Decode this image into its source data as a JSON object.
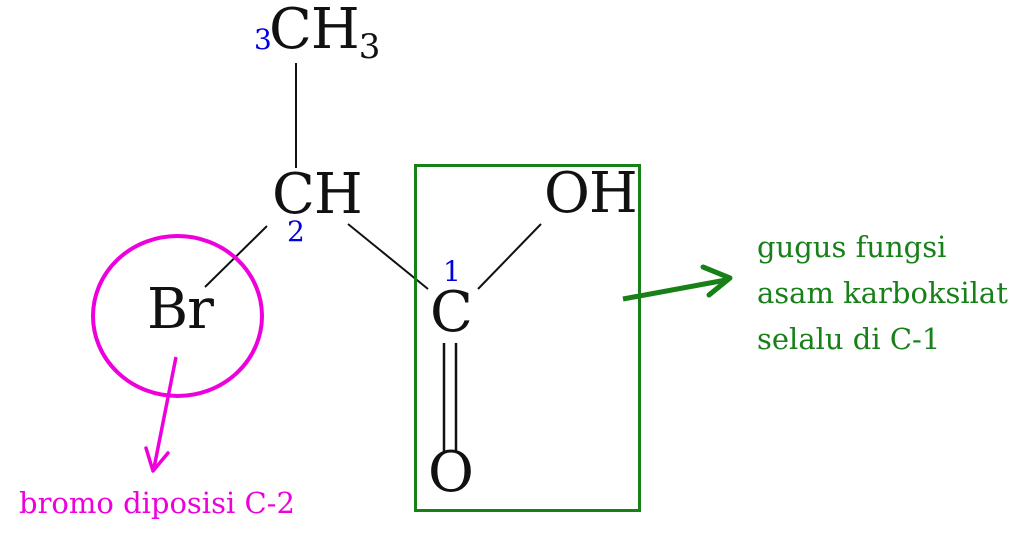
{
  "colors": {
    "bond": "#111111",
    "locant_blue": "#0000e0",
    "highlight_magenta": "#ee00dd",
    "highlight_green": "#188018",
    "background": "#ffffff"
  },
  "molecule": {
    "c3": {
      "symbol": "CH",
      "subscript": "3",
      "locant": "3"
    },
    "c2": {
      "symbol": "CH",
      "locant": "2"
    },
    "c1": {
      "symbol": "C",
      "locant": "1"
    },
    "br": {
      "symbol": "Br"
    },
    "oh": {
      "symbol": "OH"
    },
    "o": {
      "symbol": "O"
    }
  },
  "annotations": {
    "bromo": {
      "text": "bromo diposisi C-2"
    },
    "carboxyl": {
      "line1": "gugus fungsi",
      "line2": "asam karboksilat",
      "line3": "selalu di C-1"
    }
  }
}
